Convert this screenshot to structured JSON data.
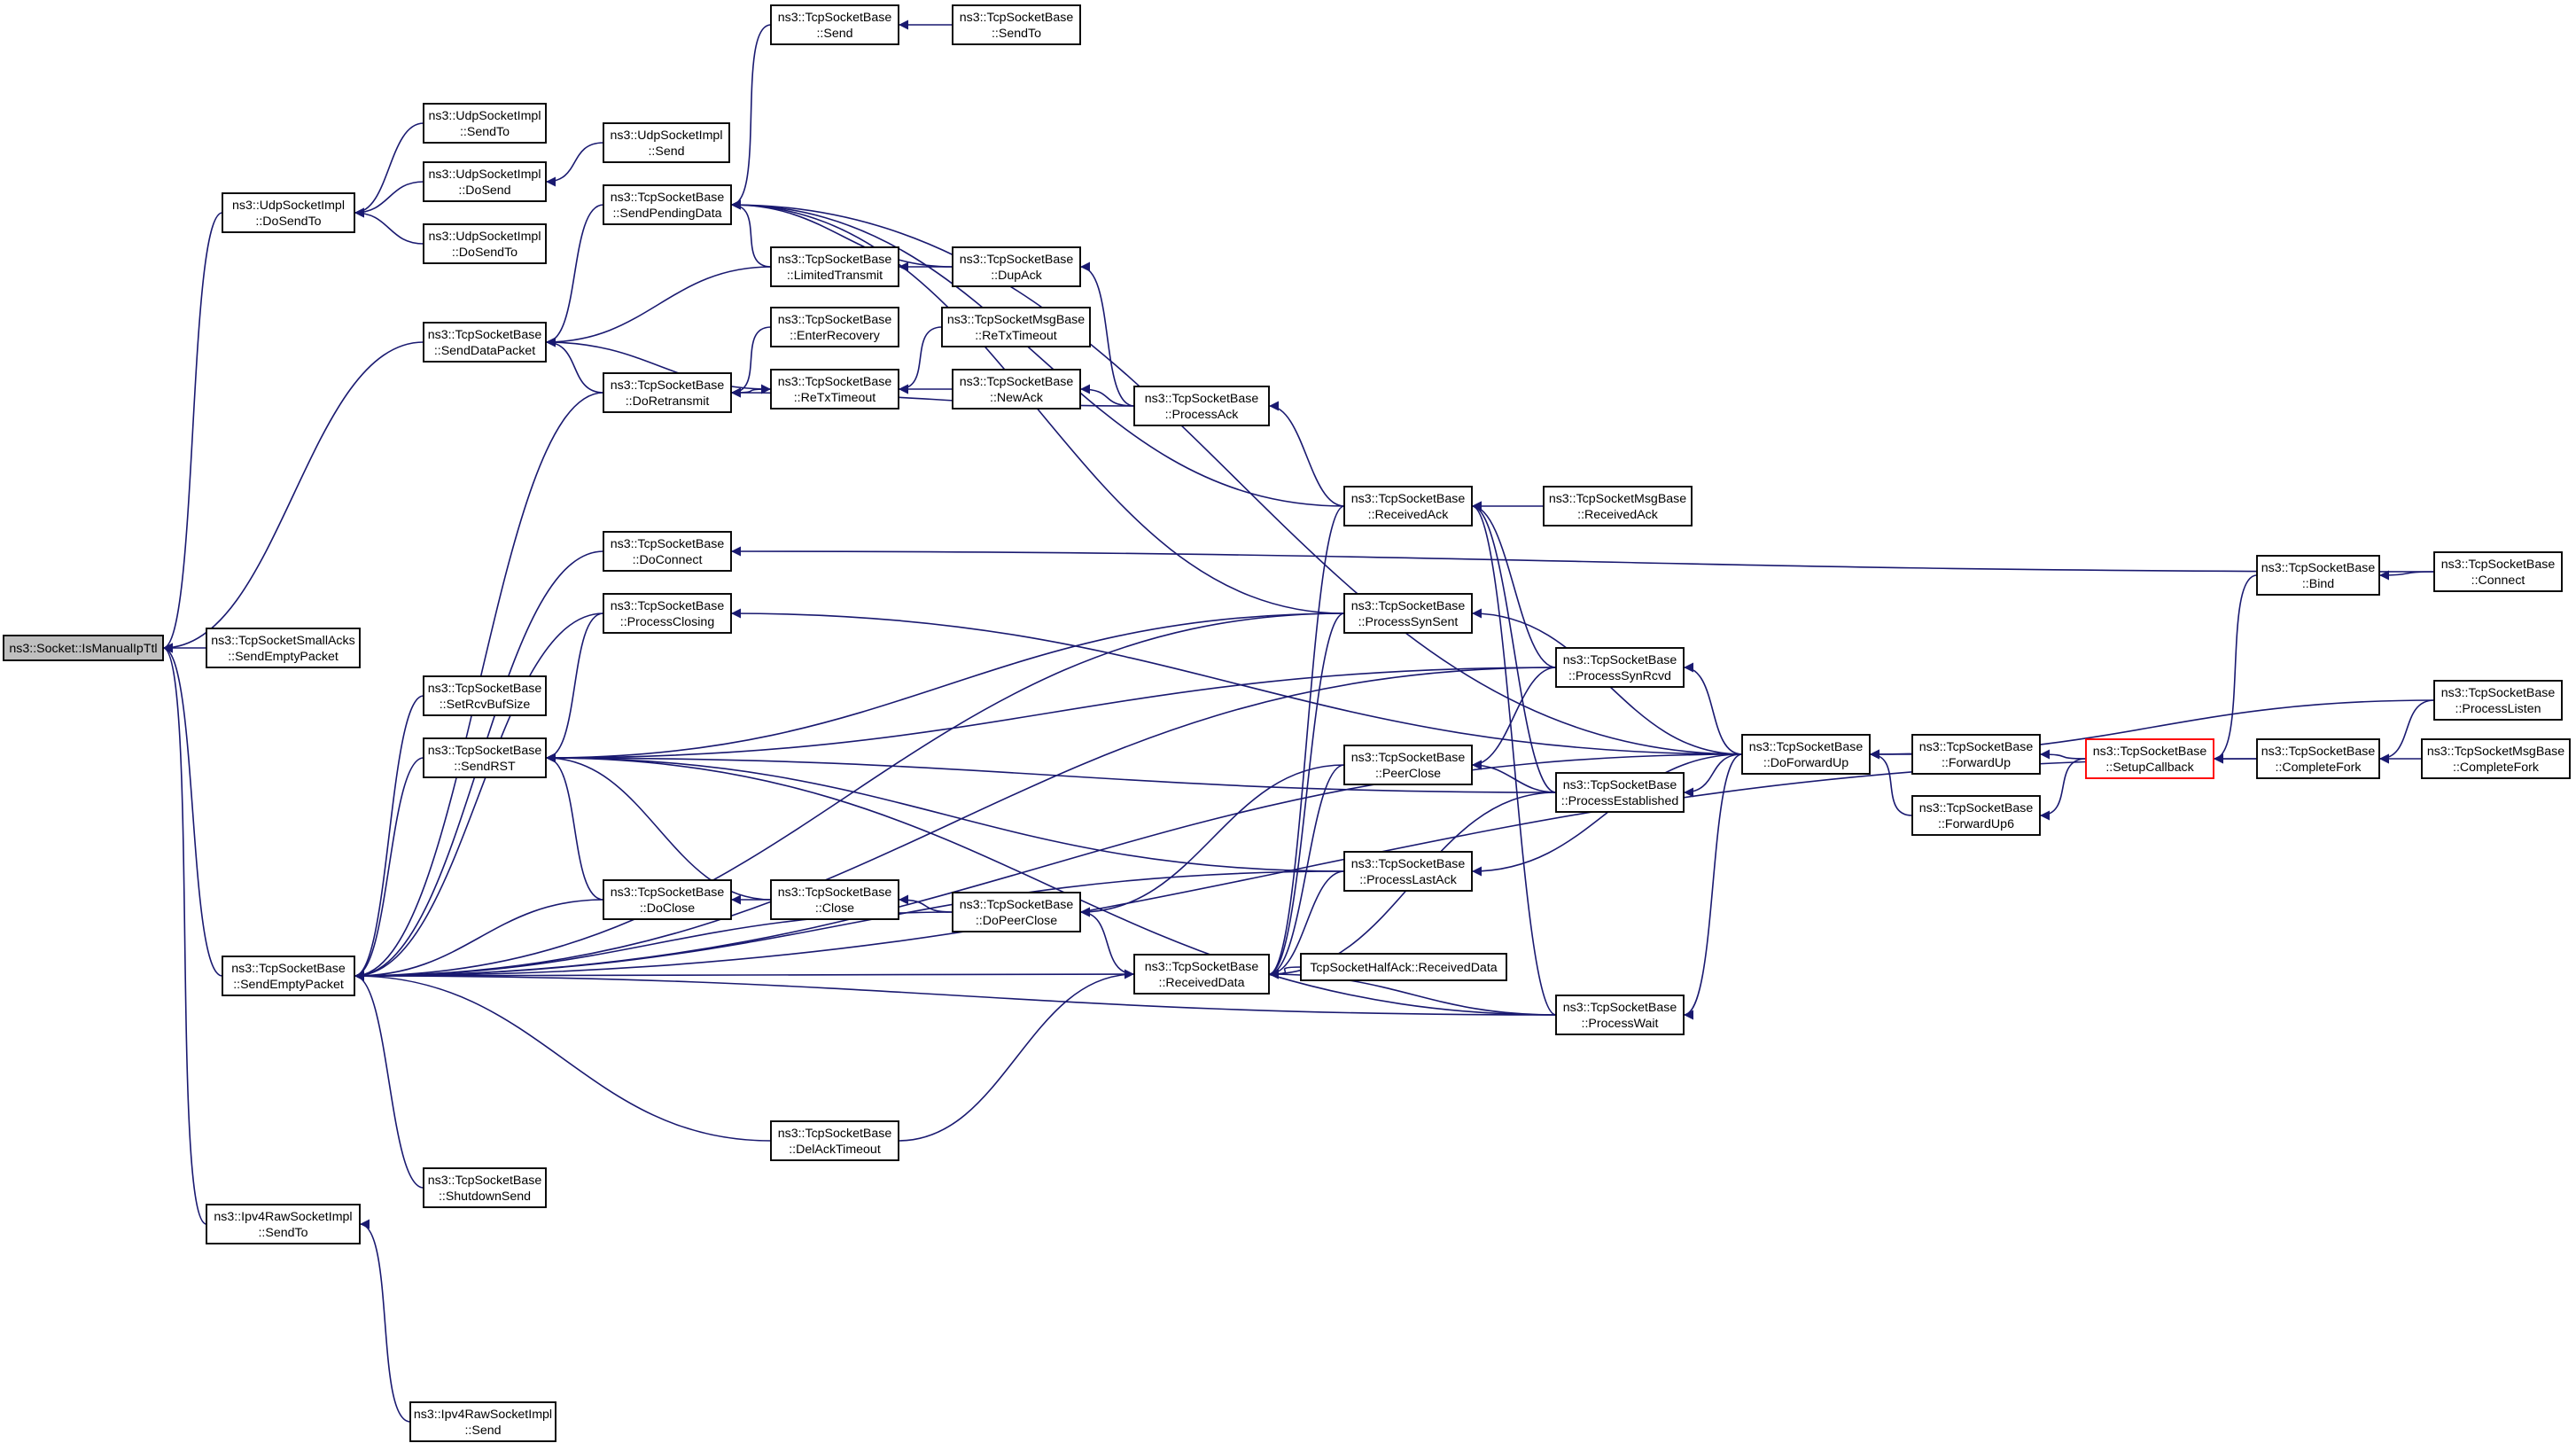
{
  "diagram": {
    "nodes": [
      {
        "id": "root",
        "lines": [
          "ns3::Socket::IsManualIpTtl"
        ],
        "kind": "root"
      },
      {
        "id": "udp_dosendto",
        "lines": [
          "ns3::UdpSocketImpl",
          "::DoSendTo"
        ]
      },
      {
        "id": "udp_sendto",
        "lines": [
          "ns3::UdpSocketImpl",
          "::SendTo"
        ]
      },
      {
        "id": "udp_dosend",
        "lines": [
          "ns3::UdpSocketImpl",
          "::DoSend"
        ]
      },
      {
        "id": "udp_dosendto2",
        "lines": [
          "ns3::UdpSocketImpl",
          "::DoSendTo"
        ]
      },
      {
        "id": "udp_send",
        "lines": [
          "ns3::UdpSocketImpl",
          "::Send"
        ]
      },
      {
        "id": "tcp_senddatapacket",
        "lines": [
          "ns3::TcpSocketBase",
          "::SendDataPacket"
        ]
      },
      {
        "id": "tcp_small_acks",
        "lines": [
          "ns3::TcpSocketSmallAcks",
          "::SendEmptyPacket"
        ]
      },
      {
        "id": "tcp_sendempty",
        "lines": [
          "ns3::TcpSocketBase",
          "::SendEmptyPacket"
        ]
      },
      {
        "id": "ipv4raw_sendto",
        "lines": [
          "ns3::Ipv4RawSocketImpl",
          "::SendTo"
        ]
      },
      {
        "id": "ipv4raw_send",
        "lines": [
          "ns3::Ipv4RawSocketImpl",
          "::Send"
        ]
      },
      {
        "id": "tcp_send",
        "lines": [
          "ns3::TcpSocketBase",
          "::Send"
        ]
      },
      {
        "id": "tcp_sendto",
        "lines": [
          "ns3::TcpSocketBase",
          "::SendTo"
        ]
      },
      {
        "id": "tcp_sendpending",
        "lines": [
          "ns3::TcpSocketBase",
          "::SendPendingData"
        ]
      },
      {
        "id": "tcp_limited",
        "lines": [
          "ns3::TcpSocketBase",
          "::LimitedTransmit"
        ]
      },
      {
        "id": "tcp_dupack",
        "lines": [
          "ns3::TcpSocketBase",
          "::DupAck"
        ]
      },
      {
        "id": "tcp_enterrec",
        "lines": [
          "ns3::TcpSocketBase",
          "::EnterRecovery"
        ]
      },
      {
        "id": "tcp_retx",
        "lines": [
          "ns3::TcpSocketBase",
          "::ReTxTimeout"
        ]
      },
      {
        "id": "msg_retx",
        "lines": [
          "ns3::TcpSocketMsgBase",
          "::ReTxTimeout"
        ]
      },
      {
        "id": "tcp_newack",
        "lines": [
          "ns3::TcpSocketBase",
          "::NewAck"
        ]
      },
      {
        "id": "tcp_doretransmit",
        "lines": [
          "ns3::TcpSocketBase",
          "::DoRetransmit"
        ]
      },
      {
        "id": "tcp_processack",
        "lines": [
          "ns3::TcpSocketBase",
          "::ProcessAck"
        ]
      },
      {
        "id": "tcp_docconnect",
        "lines": [
          "ns3::TcpSocketBase",
          "::DoConnect"
        ]
      },
      {
        "id": "tcp_processclosing",
        "lines": [
          "ns3::TcpSocketBase",
          "::ProcessClosing"
        ]
      },
      {
        "id": "tcp_setrcvbuf",
        "lines": [
          "ns3::TcpSocketBase",
          "::SetRcvBufSize"
        ]
      },
      {
        "id": "tcp_sendrst",
        "lines": [
          "ns3::TcpSocketBase",
          "::SendRST"
        ]
      },
      {
        "id": "tcp_doclose",
        "lines": [
          "ns3::TcpSocketBase",
          "::DoClose"
        ]
      },
      {
        "id": "tcp_close",
        "lines": [
          "ns3::TcpSocketBase",
          "::Close"
        ]
      },
      {
        "id": "tcp_dopeerclose",
        "lines": [
          "ns3::TcpSocketBase",
          "::DoPeerClose"
        ]
      },
      {
        "id": "tcp_delacktimeout",
        "lines": [
          "ns3::TcpSocketBase",
          "::DelAckTimeout"
        ]
      },
      {
        "id": "tcp_shutdownsend",
        "lines": [
          "ns3::TcpSocketBase",
          "::ShutdownSend"
        ]
      },
      {
        "id": "tcp_receivedack",
        "lines": [
          "ns3::TcpSocketBase",
          "::ReceivedAck"
        ]
      },
      {
        "id": "msg_receivedack",
        "lines": [
          "ns3::TcpSocketMsgBase",
          "::ReceivedAck"
        ]
      },
      {
        "id": "tcp_processsynsent",
        "lines": [
          "ns3::TcpSocketBase",
          "::ProcessSynSent"
        ]
      },
      {
        "id": "tcp_peerclose",
        "lines": [
          "ns3::TcpSocketBase",
          "::PeerClose"
        ]
      },
      {
        "id": "tcp_processlastack",
        "lines": [
          "ns3::TcpSocketBase",
          "::ProcessLastAck"
        ]
      },
      {
        "id": "tcp_receiveddata",
        "lines": [
          "ns3::TcpSocketBase",
          "::ReceivedData"
        ]
      },
      {
        "id": "halfack_receiveddata",
        "lines": [
          "TcpSocketHalfAck::ReceivedData"
        ]
      },
      {
        "id": "tcp_processsynrcvd",
        "lines": [
          "ns3::TcpSocketBase",
          "::ProcessSynRcvd"
        ]
      },
      {
        "id": "tcp_processestablished",
        "lines": [
          "ns3::TcpSocketBase",
          "::ProcessEstablished"
        ]
      },
      {
        "id": "tcp_processwait",
        "lines": [
          "ns3::TcpSocketBase",
          "::ProcessWait"
        ]
      },
      {
        "id": "tcp_doforwardup",
        "lines": [
          "ns3::TcpSocketBase",
          "::DoForwardUp"
        ]
      },
      {
        "id": "tcp_forwardup",
        "lines": [
          "ns3::TcpSocketBase",
          "::ForwardUp"
        ]
      },
      {
        "id": "tcp_forwardup6",
        "lines": [
          "ns3::TcpSocketBase",
          "::ForwardUp6"
        ]
      },
      {
        "id": "tcp_setupcallback",
        "lines": [
          "ns3::TcpSocketBase",
          "::SetupCallback"
        ],
        "kind": "highlight"
      },
      {
        "id": "tcp_bind",
        "lines": [
          "ns3::TcpSocketBase",
          "::Bind"
        ]
      },
      {
        "id": "tcp_connect",
        "lines": [
          "ns3::TcpSocketBase",
          "::Connect"
        ]
      },
      {
        "id": "tcp_completefork",
        "lines": [
          "ns3::TcpSocketBase",
          "::CompleteFork"
        ]
      },
      {
        "id": "tcp_processlisten",
        "lines": [
          "ns3::TcpSocketBase",
          "::ProcessListen"
        ]
      },
      {
        "id": "msg_completefork",
        "lines": [
          "ns3::TcpSocketMsgBase",
          "::CompleteFork"
        ]
      }
    ],
    "colors": {
      "edge": "#191970",
      "node_border": "#000000",
      "root_fill": "#bfbfbf",
      "highlight_border": "#ff0000"
    }
  }
}
